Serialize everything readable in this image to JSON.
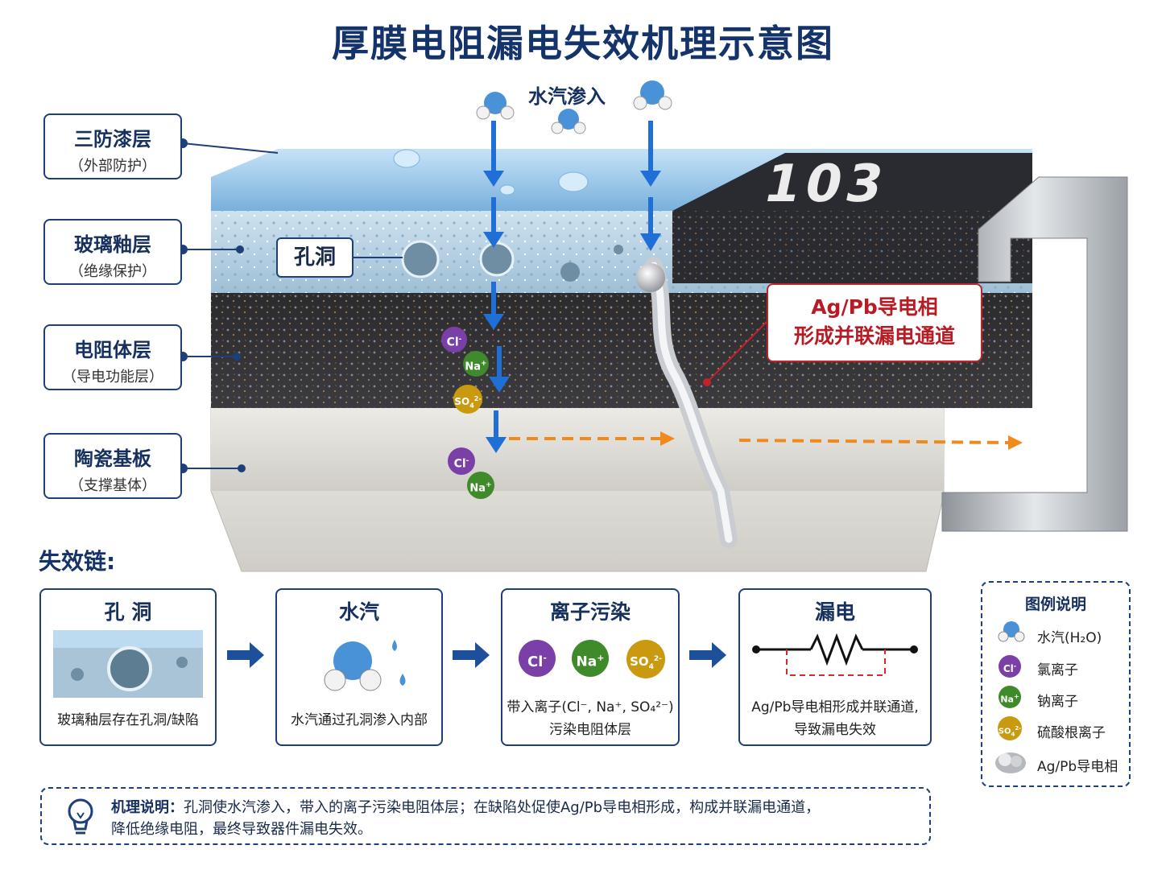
{
  "title": "厚膜电阻漏电失效机理示意图",
  "moisture_label": "水汽渗入",
  "chip_marking": "103",
  "hole_label": "孔洞",
  "ag_callout": {
    "line1": "Ag/Pb导电相",
    "line2": "形成并联漏电通道"
  },
  "layers": [
    {
      "name": "三防漆层",
      "sub": "（外部防护）"
    },
    {
      "name": "玻璃釉层",
      "sub": "（绝缘保护）"
    },
    {
      "name": "电阻体层",
      "sub": "（导电功能层）"
    },
    {
      "name": "陶瓷基板",
      "sub": "（支撑基体）"
    }
  ],
  "ions": {
    "cl": "Cl",
    "na": "Na",
    "so4": "SO",
    "minus": "-",
    "plus": "+",
    "so4_sub": "4",
    "so4_sup": "2-"
  },
  "chain": {
    "title": "失效链:",
    "cards": [
      {
        "title": "孔 洞",
        "desc": "玻璃釉层存在孔洞/缺陷"
      },
      {
        "title": "水汽",
        "desc": "水汽通过孔洞渗入内部"
      },
      {
        "title": "离子污染",
        "desc_l1": "带入离子(Cl⁻, Na⁺, SO₄²⁻)",
        "desc_l2": "污染电阻体层"
      },
      {
        "title": "漏电",
        "desc_l1": "Ag/Pb导电相形成并联通道,",
        "desc_l2": "导致漏电失效"
      }
    ]
  },
  "legend": {
    "title": "图例说明",
    "items": [
      "水汽(H₂O)",
      "氯离子",
      "钠离子",
      "硫酸根离子",
      "Ag/Pb导电相"
    ]
  },
  "mechanism": {
    "label": "机理说明：",
    "text1": "孔洞使水汽渗入，带入的离子污染电阻体层；在缺陷处促使Ag/Pb导电相形成，构成并联漏电通道，",
    "text2": "降低绝缘电阻，最终导致器件漏电失效。"
  },
  "colors": {
    "navy": "#14336b",
    "red": "#c0242b",
    "orange": "#f08a1c",
    "blue_arrow": "#1f6fd6",
    "cl": "#7b3fa8",
    "na": "#3f8a2a",
    "so4": "#c99a10"
  }
}
